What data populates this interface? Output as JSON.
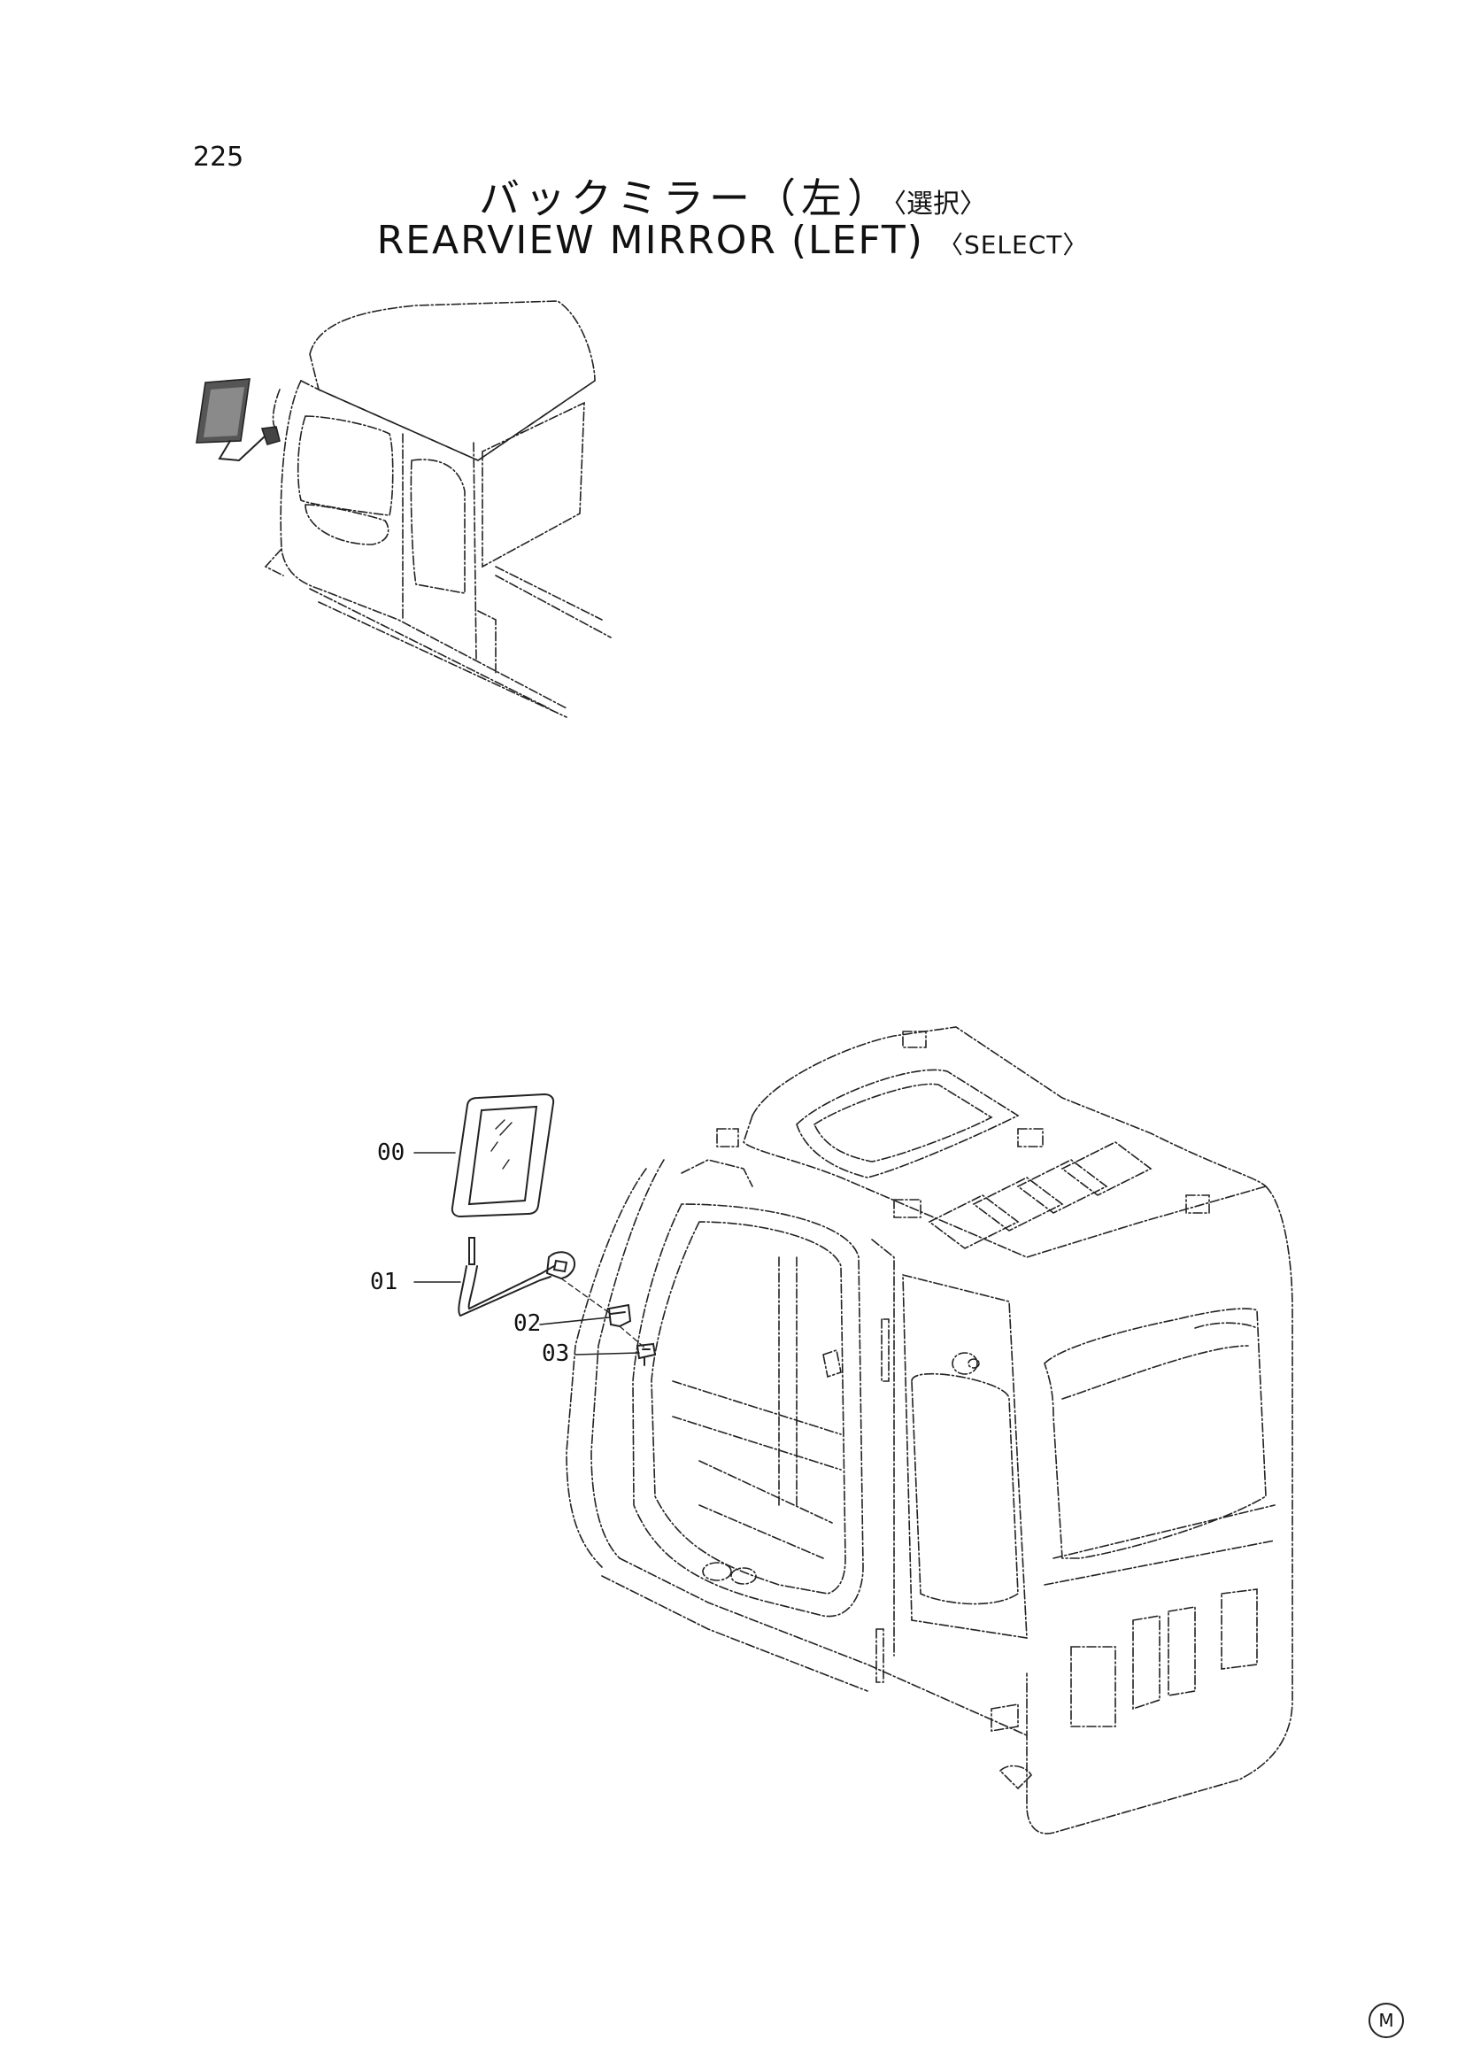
{
  "page_number": "225",
  "title": {
    "japanese": "バックミラー（左）",
    "japanese_select": "〈選択〉",
    "english": "REARVIEW MIRROR (LEFT)",
    "english_select": "〈SELECT〉"
  },
  "callouts": [
    {
      "id": "00"
    },
    {
      "id": "01"
    },
    {
      "id": "02"
    },
    {
      "id": "03"
    }
  ],
  "footer_mark": "M"
}
